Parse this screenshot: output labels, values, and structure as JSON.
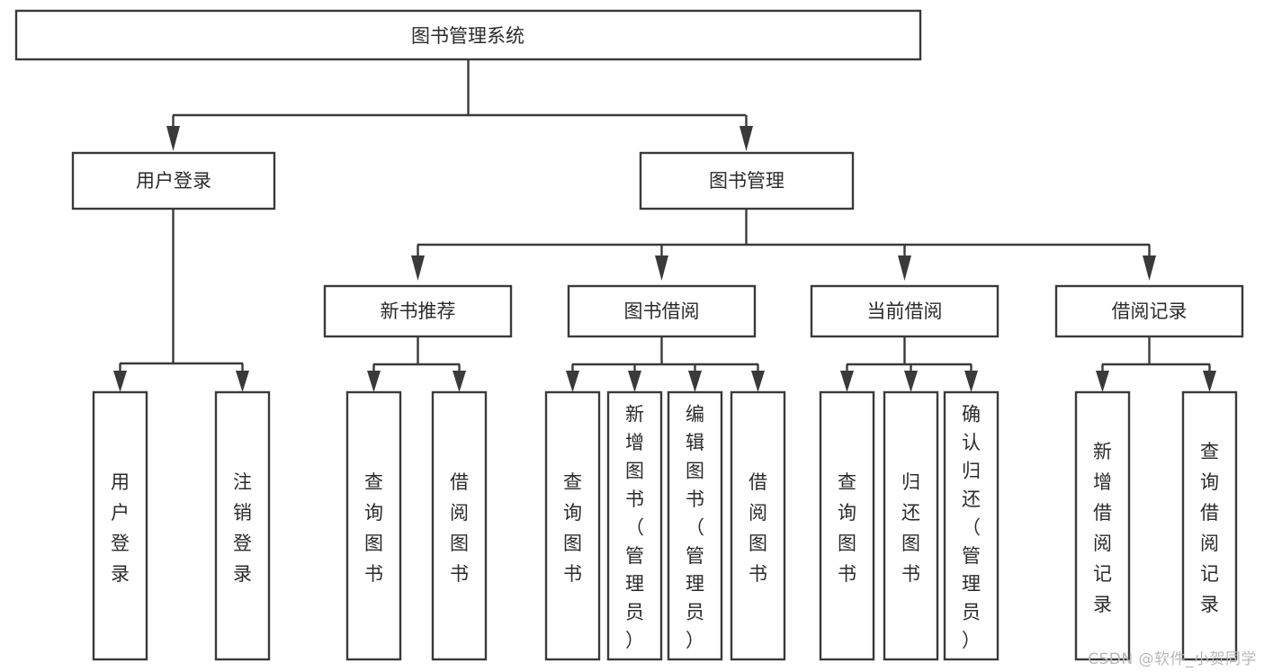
{
  "diagram": {
    "type": "tree-hierarchy",
    "title": "图书管理系统",
    "orientation": "top-down",
    "watermark": "CSDN @软件_小贺同学",
    "colors": {
      "box_stroke": "#3a3a3a",
      "box_fill": "#ffffff",
      "connector": "#3a3a3a",
      "text": "#2b2b2b",
      "watermark": "#b8b8b8",
      "background": "#ffffff"
    },
    "root": {
      "id": "root",
      "label": "图书管理系统"
    },
    "level2": [
      {
        "id": "user-login",
        "label": "用户登录"
      },
      {
        "id": "book-manage",
        "label": "图书管理"
      }
    ],
    "level3": [
      {
        "id": "new-book-recommend",
        "label": "新书推荐",
        "parent": "book-manage"
      },
      {
        "id": "book-borrow",
        "label": "图书借阅",
        "parent": "book-manage"
      },
      {
        "id": "current-borrow",
        "label": "当前借阅",
        "parent": "book-manage"
      },
      {
        "id": "borrow-record",
        "label": "借阅记录",
        "parent": "book-manage"
      }
    ],
    "leaves": [
      {
        "id": "leaf-user-login",
        "label": "用户登录",
        "parent": "user-login"
      },
      {
        "id": "leaf-user-logout",
        "label": "注销登录",
        "parent": "user-login"
      },
      {
        "id": "leaf-query-book-1",
        "label": "查询图书",
        "parent": "new-book-recommend"
      },
      {
        "id": "leaf-borrow-book-1",
        "label": "借阅图书",
        "parent": "new-book-recommend"
      },
      {
        "id": "leaf-query-book-2",
        "label": "查询图书",
        "parent": "book-borrow"
      },
      {
        "id": "leaf-add-book",
        "label": "新增图书（管理员）",
        "parent": "book-borrow"
      },
      {
        "id": "leaf-edit-book",
        "label": "编辑图书（管理员）",
        "parent": "book-borrow"
      },
      {
        "id": "leaf-borrow-book-2",
        "label": "借阅图书",
        "parent": "book-borrow"
      },
      {
        "id": "leaf-query-book-3",
        "label": "查询图书",
        "parent": "current-borrow"
      },
      {
        "id": "leaf-return-book",
        "label": "归还图书",
        "parent": "current-borrow"
      },
      {
        "id": "leaf-confirm-return",
        "label": "确认归还（管理员）",
        "parent": "current-borrow"
      },
      {
        "id": "leaf-add-record",
        "label": "新增借阅记录",
        "parent": "borrow-record"
      },
      {
        "id": "leaf-query-record",
        "label": "查询借阅记录",
        "parent": "borrow-record"
      }
    ]
  }
}
